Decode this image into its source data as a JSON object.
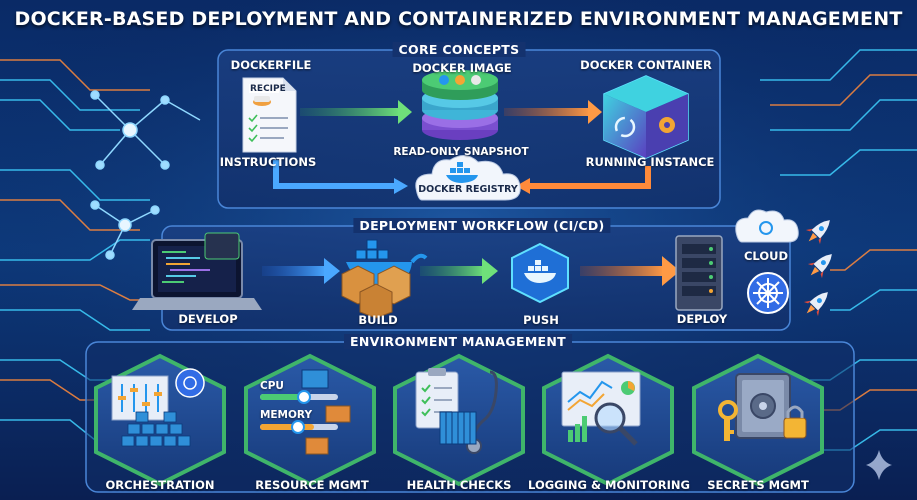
{
  "title": "DOCKER-BASED DEPLOYMENT AND CONTAINERIZED ENVIRONMENT MANAGEMENT",
  "core": {
    "heading": "CORE CONCEPTS",
    "dockerfile": "DOCKERFILE",
    "recipe": "RECIPE",
    "instructions": "INSTRUCTIONS",
    "image": "DOCKER IMAGE",
    "snapshot": "READ-ONLY SNAPSHOT",
    "container": "DOCKER CONTAINER",
    "running": "RUNNING INSTANCE",
    "registry": "DOCKER REGISTRY"
  },
  "workflow": {
    "heading": "DEPLOYMENT WORKFLOW (CI/CD)",
    "develop": "DEVELOP",
    "build": "BUILD",
    "push": "PUSH",
    "deploy": "DEPLOY",
    "cloud": "CLOUD"
  },
  "env": {
    "heading": "ENVIRONMENT MANAGEMENT",
    "orchestration": "ORCHESTRATION",
    "resource": "RESOURCE MGMT",
    "cpu": "CPU",
    "memory": "MEMORY",
    "health": "HEALTH CHECKS",
    "logging": "LOGGING & MONITORING",
    "secrets": "SECRETS MGMT"
  },
  "colors": {
    "bg": "#0b1f4a",
    "panel_border": "#4a86d8",
    "arrow_blue": "#4aa8ff",
    "arrow_green": "#5fd06a",
    "arrow_orange": "#ff8a3a",
    "docker_blue": "#2496ed",
    "hex_green": "#3fb56a"
  }
}
